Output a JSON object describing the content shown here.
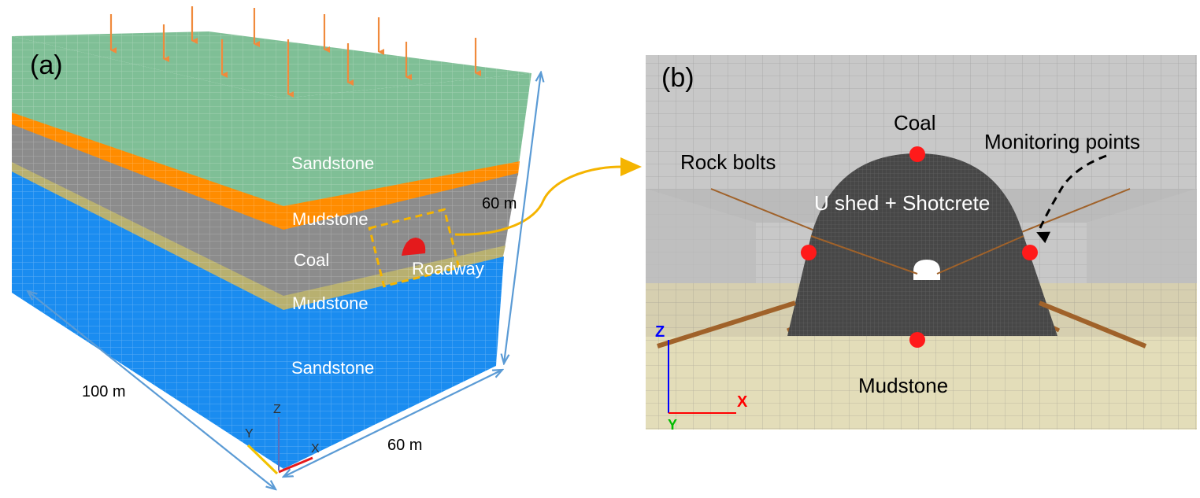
{
  "panel_a": {
    "tag": "(a)",
    "layers": {
      "sandstone_top": "Sandstone",
      "mudstone_top": "Mudstone",
      "coal": "Coal",
      "mudstone_bottom": "Mudstone",
      "sandstone_bottom": "Sandstone"
    },
    "roadway": "Roadway",
    "dimensions": {
      "height": "60 m",
      "length": "100 m",
      "width": "60 m"
    },
    "axes": {
      "x": "X",
      "y": "Y",
      "z": "Z"
    }
  },
  "panel_b": {
    "tag": "(b)",
    "labels": {
      "coal": "Coal",
      "rock_bolts": "Rock bolts",
      "monitoring_points": "Monitoring points",
      "support": "U shed + Shotcrete",
      "mudstone": "Mudstone"
    },
    "axes": {
      "x": "X",
      "y": "Y",
      "z": "Z"
    }
  },
  "colors": {
    "sandstone_top": "#7fbf96",
    "mudstone_orange": "#ff8c00",
    "coal_gray": "#8c8c8c",
    "mudstone_khaki": "#b8b070",
    "sandstone_blue": "#1a8cf0",
    "roadway_red": "#e41a1c",
    "load_arrow": "#f08a3c",
    "dimension_arrow": "#5b9bd5",
    "callout": "#f5b400",
    "monitor_point": "#ff1a1a",
    "bolt": "#a0622a"
  }
}
